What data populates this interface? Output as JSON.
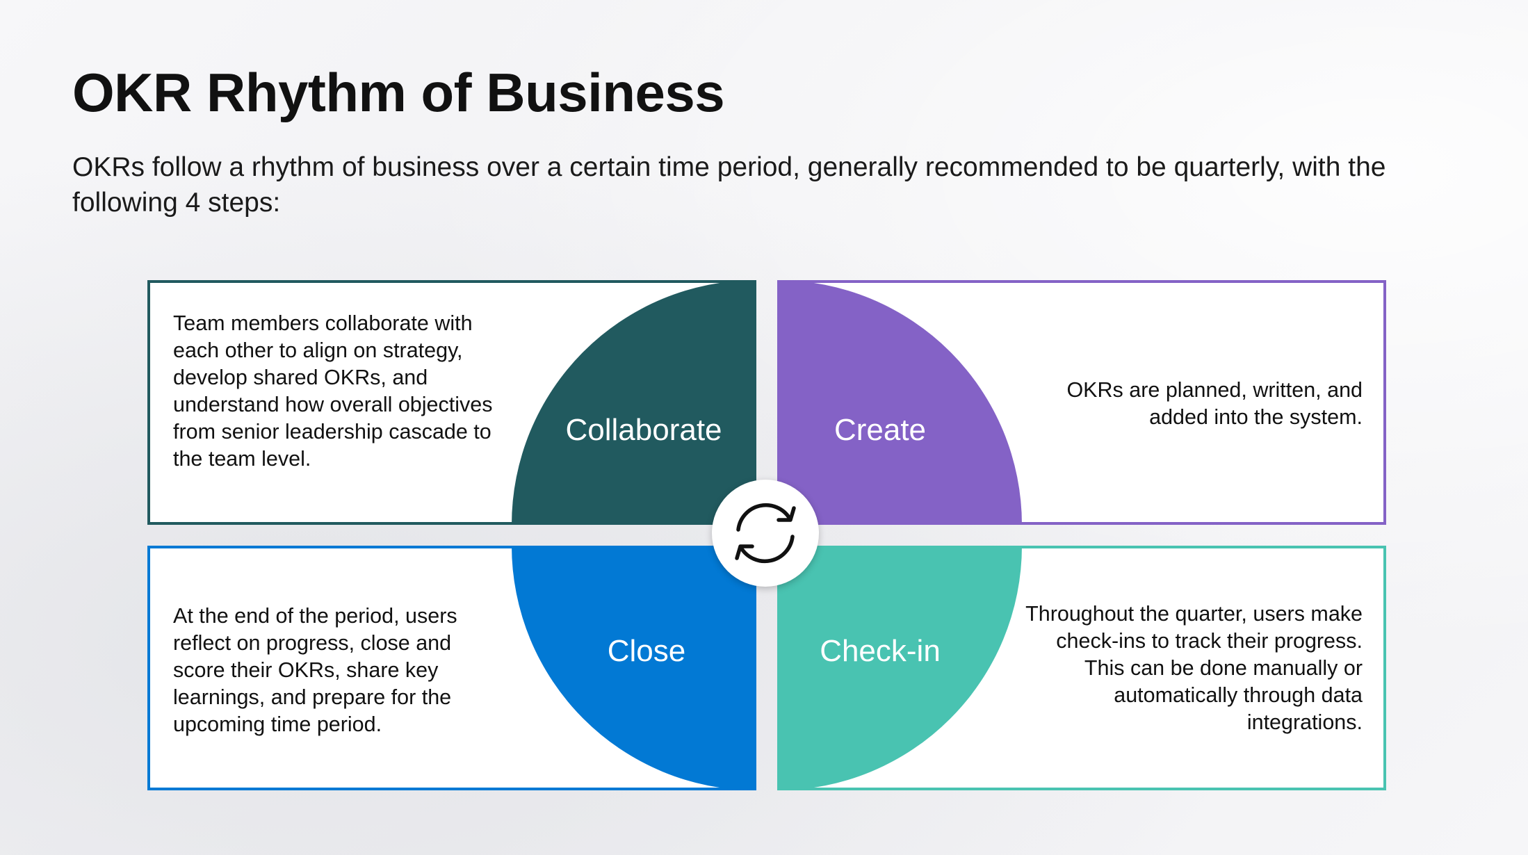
{
  "title": "OKR Rhythm of Business",
  "subtitle": "OKRs follow a rhythm of business over a certain time period, generally recommended to be quarterly, with the following 4 steps:",
  "steps": {
    "collaborate": {
      "label": "Collaborate",
      "description": "Team members collaborate with each other to align on strategy, develop shared OKRs, and understand how overall objectives from senior leadership cascade to the team level.",
      "color": "#215a5f"
    },
    "create": {
      "label": "Create",
      "description": "OKRs are planned, written, and added into the system.",
      "color": "#8462c6"
    },
    "close": {
      "label": "Close",
      "description": "At the end of the period, users reflect on progress, close and score their OKRs, share key learnings, and prepare for the upcoming time period.",
      "color": "#0279d4"
    },
    "checkin": {
      "label": "Check-in",
      "description": "Throughout the quarter, users make check-ins to track their progress. This can be done manually or automatically through data integrations.",
      "color": "#49c3b1"
    }
  },
  "center_icon": "refresh-cycle-icon"
}
